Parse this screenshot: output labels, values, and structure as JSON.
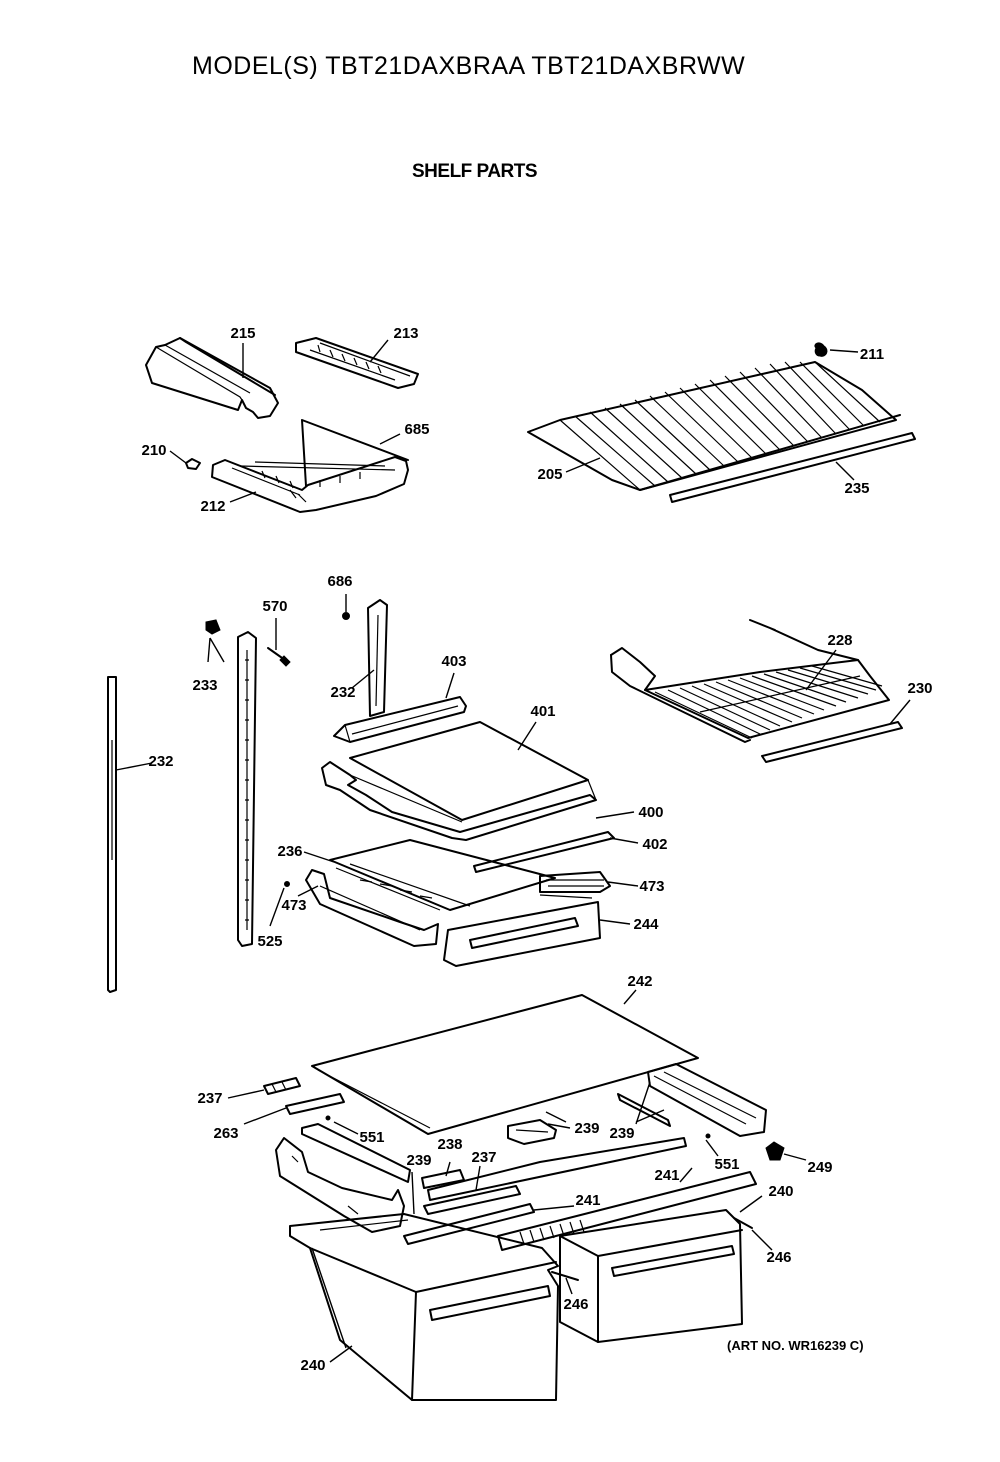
{
  "header": {
    "title": "MODEL(S) TBT21DAXBRAA  TBT21DAXBRWW",
    "subtitle": "SHELF PARTS"
  },
  "footer": {
    "art_no": "(ART NO. WR16239 C)"
  },
  "labels": {
    "l215": "215",
    "l213": "213",
    "l211": "211",
    "l685": "685",
    "l210": "210",
    "l212": "212",
    "l205": "205",
    "l235": "235",
    "l686": "686",
    "l570": "570",
    "l233": "233",
    "l232a": "232",
    "l403": "403",
    "l228": "228",
    "l230": "230",
    "l401": "401",
    "l232b": "232",
    "l400": "400",
    "l402": "402",
    "l236": "236",
    "l473a": "473",
    "l473b": "473",
    "l525": "525",
    "l244": "244",
    "l242": "242",
    "l237a": "237",
    "l263": "263",
    "l551a": "551",
    "l239a": "239",
    "l239b": "239",
    "l238": "238",
    "l237b": "237",
    "l239c": "239",
    "l551b": "551",
    "l249": "249",
    "l241a": "241",
    "l240a": "240",
    "l241b": "241",
    "l246a": "246",
    "l246b": "246",
    "l240b": "240"
  }
}
